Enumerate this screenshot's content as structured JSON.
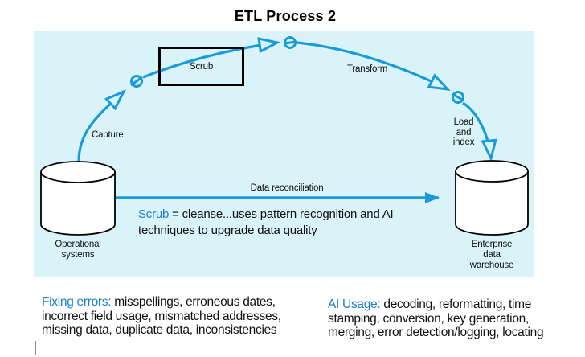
{
  "title": "ETL Process 2",
  "colors": {
    "flow_blue": "#199bd8",
    "panel_background": "#d9f3f9",
    "term_blue": "#1a7ec9",
    "outline_black": "#000000"
  },
  "diagram": {
    "capture": "Capture",
    "scrub": "Scrub",
    "transform": "Transform",
    "load_lines": [
      "Load",
      "and",
      "index"
    ],
    "reconciliation": "Data reconciliation",
    "left_cylinder_lines": [
      "Operational",
      "systems"
    ],
    "right_cylinder_lines": [
      "Enterprise",
      "data",
      "warehouse"
    ],
    "note": {
      "term": "Scrub",
      "line1_rest": " = cleanse...uses pattern recognition and AI",
      "line2": "techniques to upgrade data quality"
    }
  },
  "footnotes": {
    "fixing_errors": {
      "term": "Fixing errors:",
      "line1_rest": " misspellings, erroneous dates,",
      "line2": "incorrect field usage, mismatched addresses,",
      "line3": "missing data, duplicate data, inconsistencies"
    },
    "ai_usage": {
      "term": "AI Usage:",
      "line1_rest": " decoding, reformatting, time",
      "line2": "stamping, conversion, key generation,",
      "line3": "merging, error detection/logging, locating"
    }
  }
}
